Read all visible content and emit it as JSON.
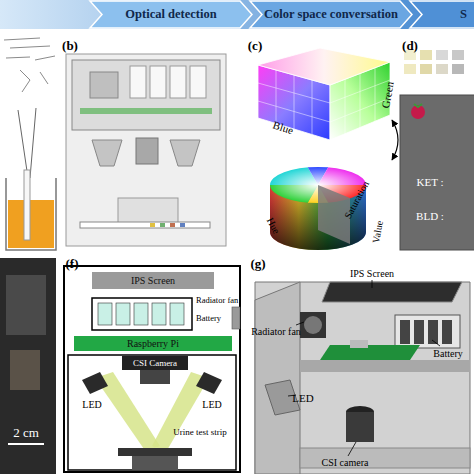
{
  "diagram": {
    "nodes": [
      {
        "text": [
          "Optical detection"
        ]
      },
      {
        "text": [
          "Color space conversation"
        ]
      },
      {
        "text": [
          "S"
        ]
      },
      {
        "text": [
          "IPS Screen"
        ]
      },
      {
        "text": [
          "Raspberry Pi"
        ]
      }
    ],
    "labels": [
      "(b)",
      "(c)",
      "(d)",
      "Green",
      "Blue",
      "Saturation",
      "Value",
      "Hue",
      "KET :",
      "BLD :",
      "2 cm",
      "(f)",
      "Radiator fan",
      "Battery",
      "CSI Camera",
      "LED",
      "LED",
      "Urine test strip",
      "(g)",
      "IPS Screen",
      "Radiator fan",
      "Battery",
      "LED",
      "CSI camera"
    ]
  }
}
